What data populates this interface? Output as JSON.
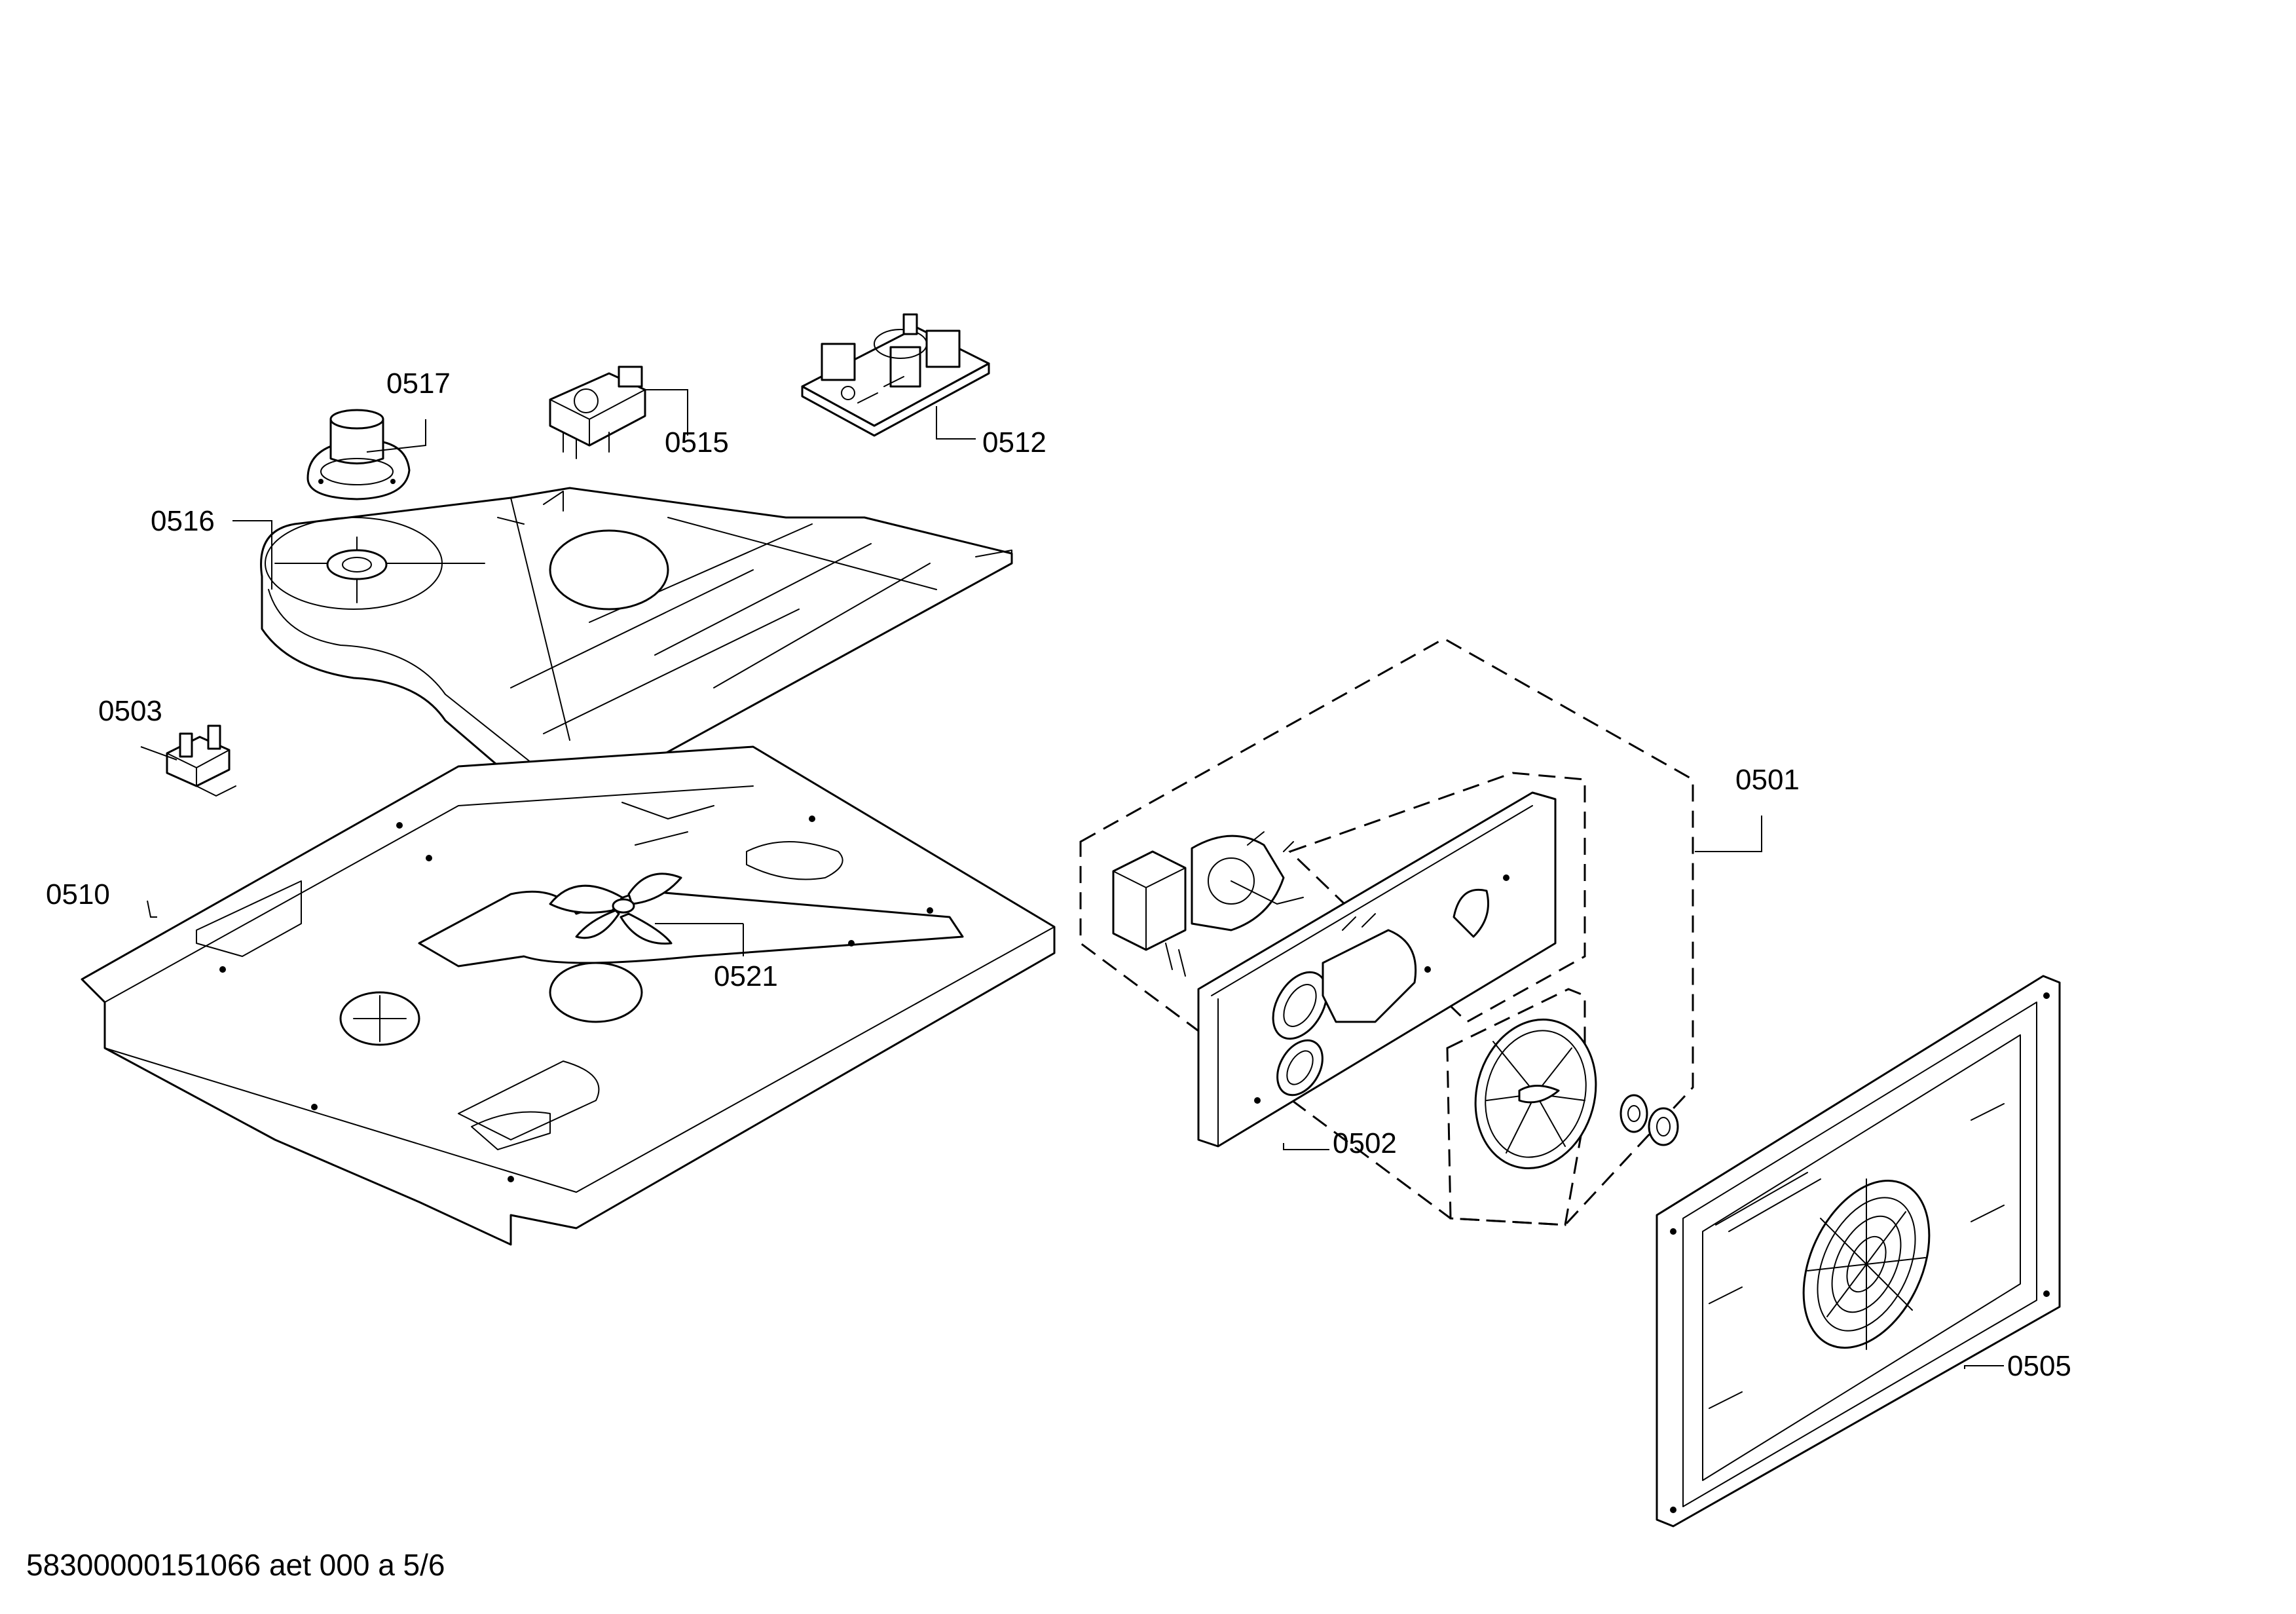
{
  "labels": {
    "p0501": "0501",
    "p0502": "0502",
    "p0503": "0503",
    "p0505": "0505",
    "p0510": "0510",
    "p0512": "0512",
    "p0515": "0515",
    "p0516": "0516",
    "p0517": "0517",
    "p0521": "0521"
  },
  "footer": {
    "document_code": "58300000151066 aet 000 a 5/6"
  }
}
